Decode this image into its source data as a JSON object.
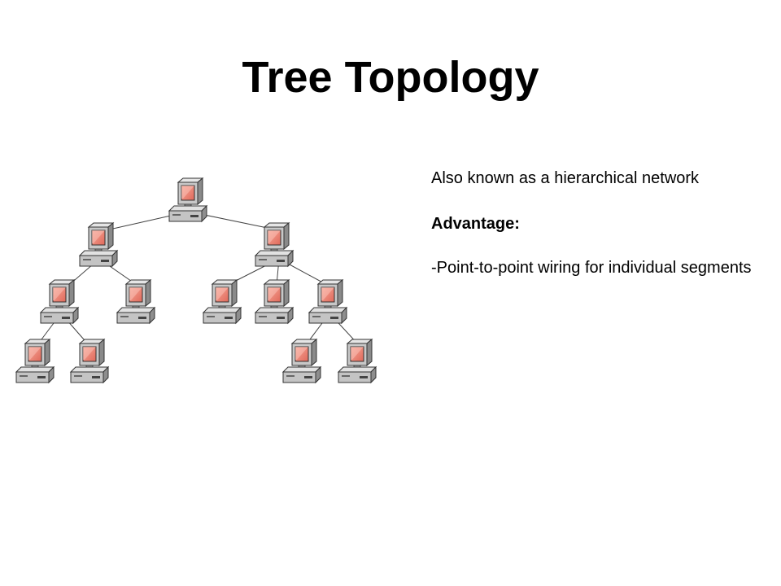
{
  "slide": {
    "title": "Tree Topology",
    "description": "Also known as a hierarchical network",
    "advantage_heading": "Advantage:",
    "advantages": [
      "-Point-to-point wiring for individual segments"
    ]
  },
  "diagram": {
    "nodes": [
      {
        "id": "root",
        "icon": "desktop-computer-icon"
      },
      {
        "id": "l1-left",
        "icon": "desktop-computer-icon"
      },
      {
        "id": "l1-right",
        "icon": "desktop-computer-icon"
      },
      {
        "id": "l2-a",
        "icon": "desktop-computer-icon"
      },
      {
        "id": "l2-b",
        "icon": "desktop-computer-icon"
      },
      {
        "id": "l2-c",
        "icon": "desktop-computer-icon"
      },
      {
        "id": "l2-d",
        "icon": "desktop-computer-icon"
      },
      {
        "id": "l2-e",
        "icon": "desktop-computer-icon"
      },
      {
        "id": "l3-a",
        "icon": "desktop-computer-icon"
      },
      {
        "id": "l3-b",
        "icon": "desktop-computer-icon"
      },
      {
        "id": "l3-c",
        "icon": "desktop-computer-icon"
      },
      {
        "id": "l3-d",
        "icon": "desktop-computer-icon"
      }
    ],
    "edges": [
      [
        "root",
        "l1-left"
      ],
      [
        "root",
        "l1-right"
      ],
      [
        "l1-left",
        "l2-a"
      ],
      [
        "l1-left",
        "l2-b"
      ],
      [
        "l1-right",
        "l2-c"
      ],
      [
        "l1-right",
        "l2-d"
      ],
      [
        "l1-right",
        "l2-e"
      ],
      [
        "l2-a",
        "l3-a"
      ],
      [
        "l2-a",
        "l3-b"
      ],
      [
        "l2-e",
        "l3-c"
      ],
      [
        "l2-e",
        "l3-d"
      ]
    ],
    "colors": {
      "screen": "#f08a78",
      "casing": "#c4c4c4",
      "casing_dark": "#8e8e8e",
      "link": "#444444"
    }
  }
}
